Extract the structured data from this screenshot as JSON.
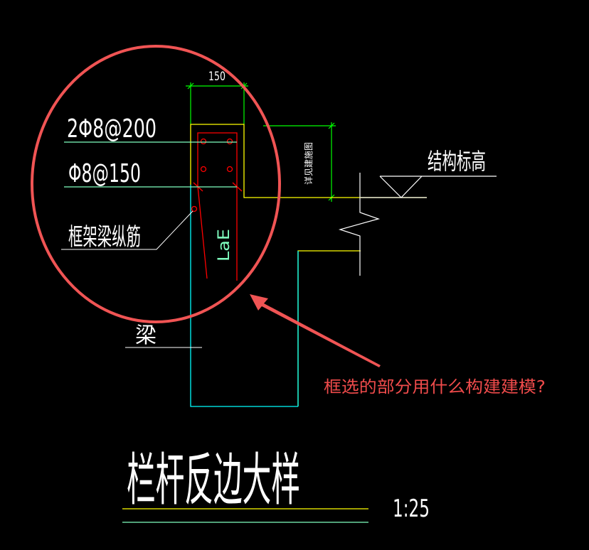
{
  "drawing": {
    "title": "栏杆反边大样",
    "scale": "1:25",
    "background": "#000000",
    "dimensions": {
      "top_width": "150",
      "vertical_note": "详见建施图"
    },
    "labels": {
      "top_rebar": "2Φ8@200",
      "stirrup": "Φ8@150",
      "beam_longitudinal_rebar": "框架梁纵筋",
      "beam": "梁",
      "anchorage": "LaE",
      "structural_elevation": "结构标高"
    },
    "colors": {
      "outline_yellow": "#ffff00",
      "outline_cyan": "#00ffff",
      "dimension_green": "#00ff00",
      "rebar_red": "#ff0000",
      "leader_lightgreen": "#7fffbf",
      "white_lines": "#ffffff",
      "annotation_red": "#f05454"
    }
  },
  "annotation": {
    "question": "框选的部分用什么构建建模?",
    "shape": "ellipse-highlight",
    "arrow": "arrow-pointing-to-ellipse"
  }
}
